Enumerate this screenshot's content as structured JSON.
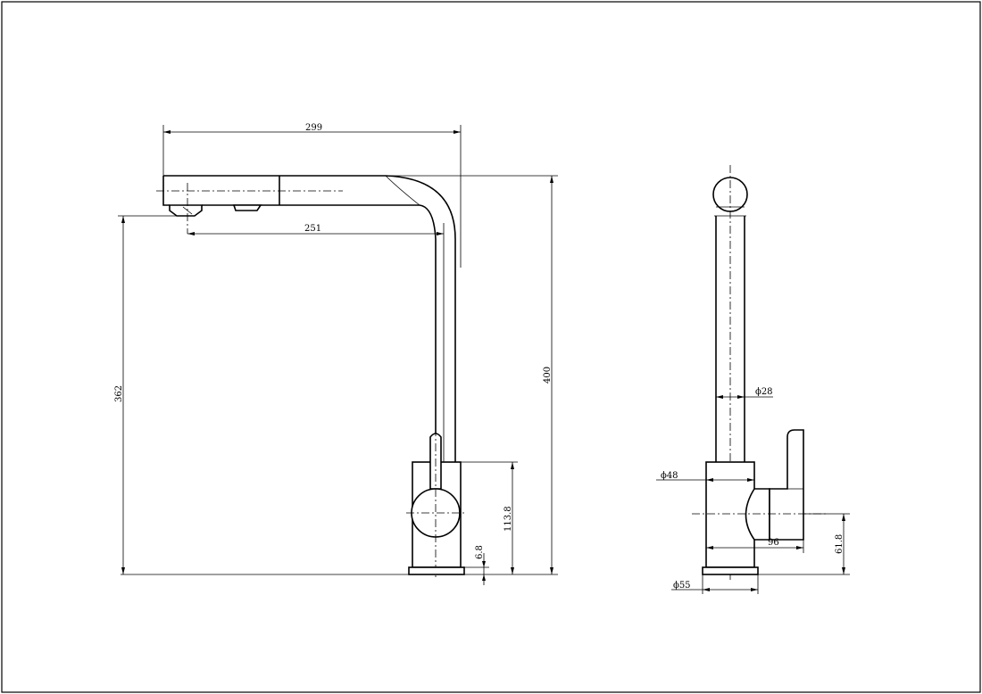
{
  "dimensions": {
    "spout_reach": "299",
    "aerator_reach": "251",
    "outlet_height": "362",
    "total_height": "400",
    "body_height": "113.8",
    "base_thickness": "6.8",
    "pipe_diameter": "ϕ28",
    "body_diameter": "ϕ48",
    "handle_depth": "96",
    "handle_axis_height": "61.8",
    "base_diameter": "ϕ55"
  }
}
